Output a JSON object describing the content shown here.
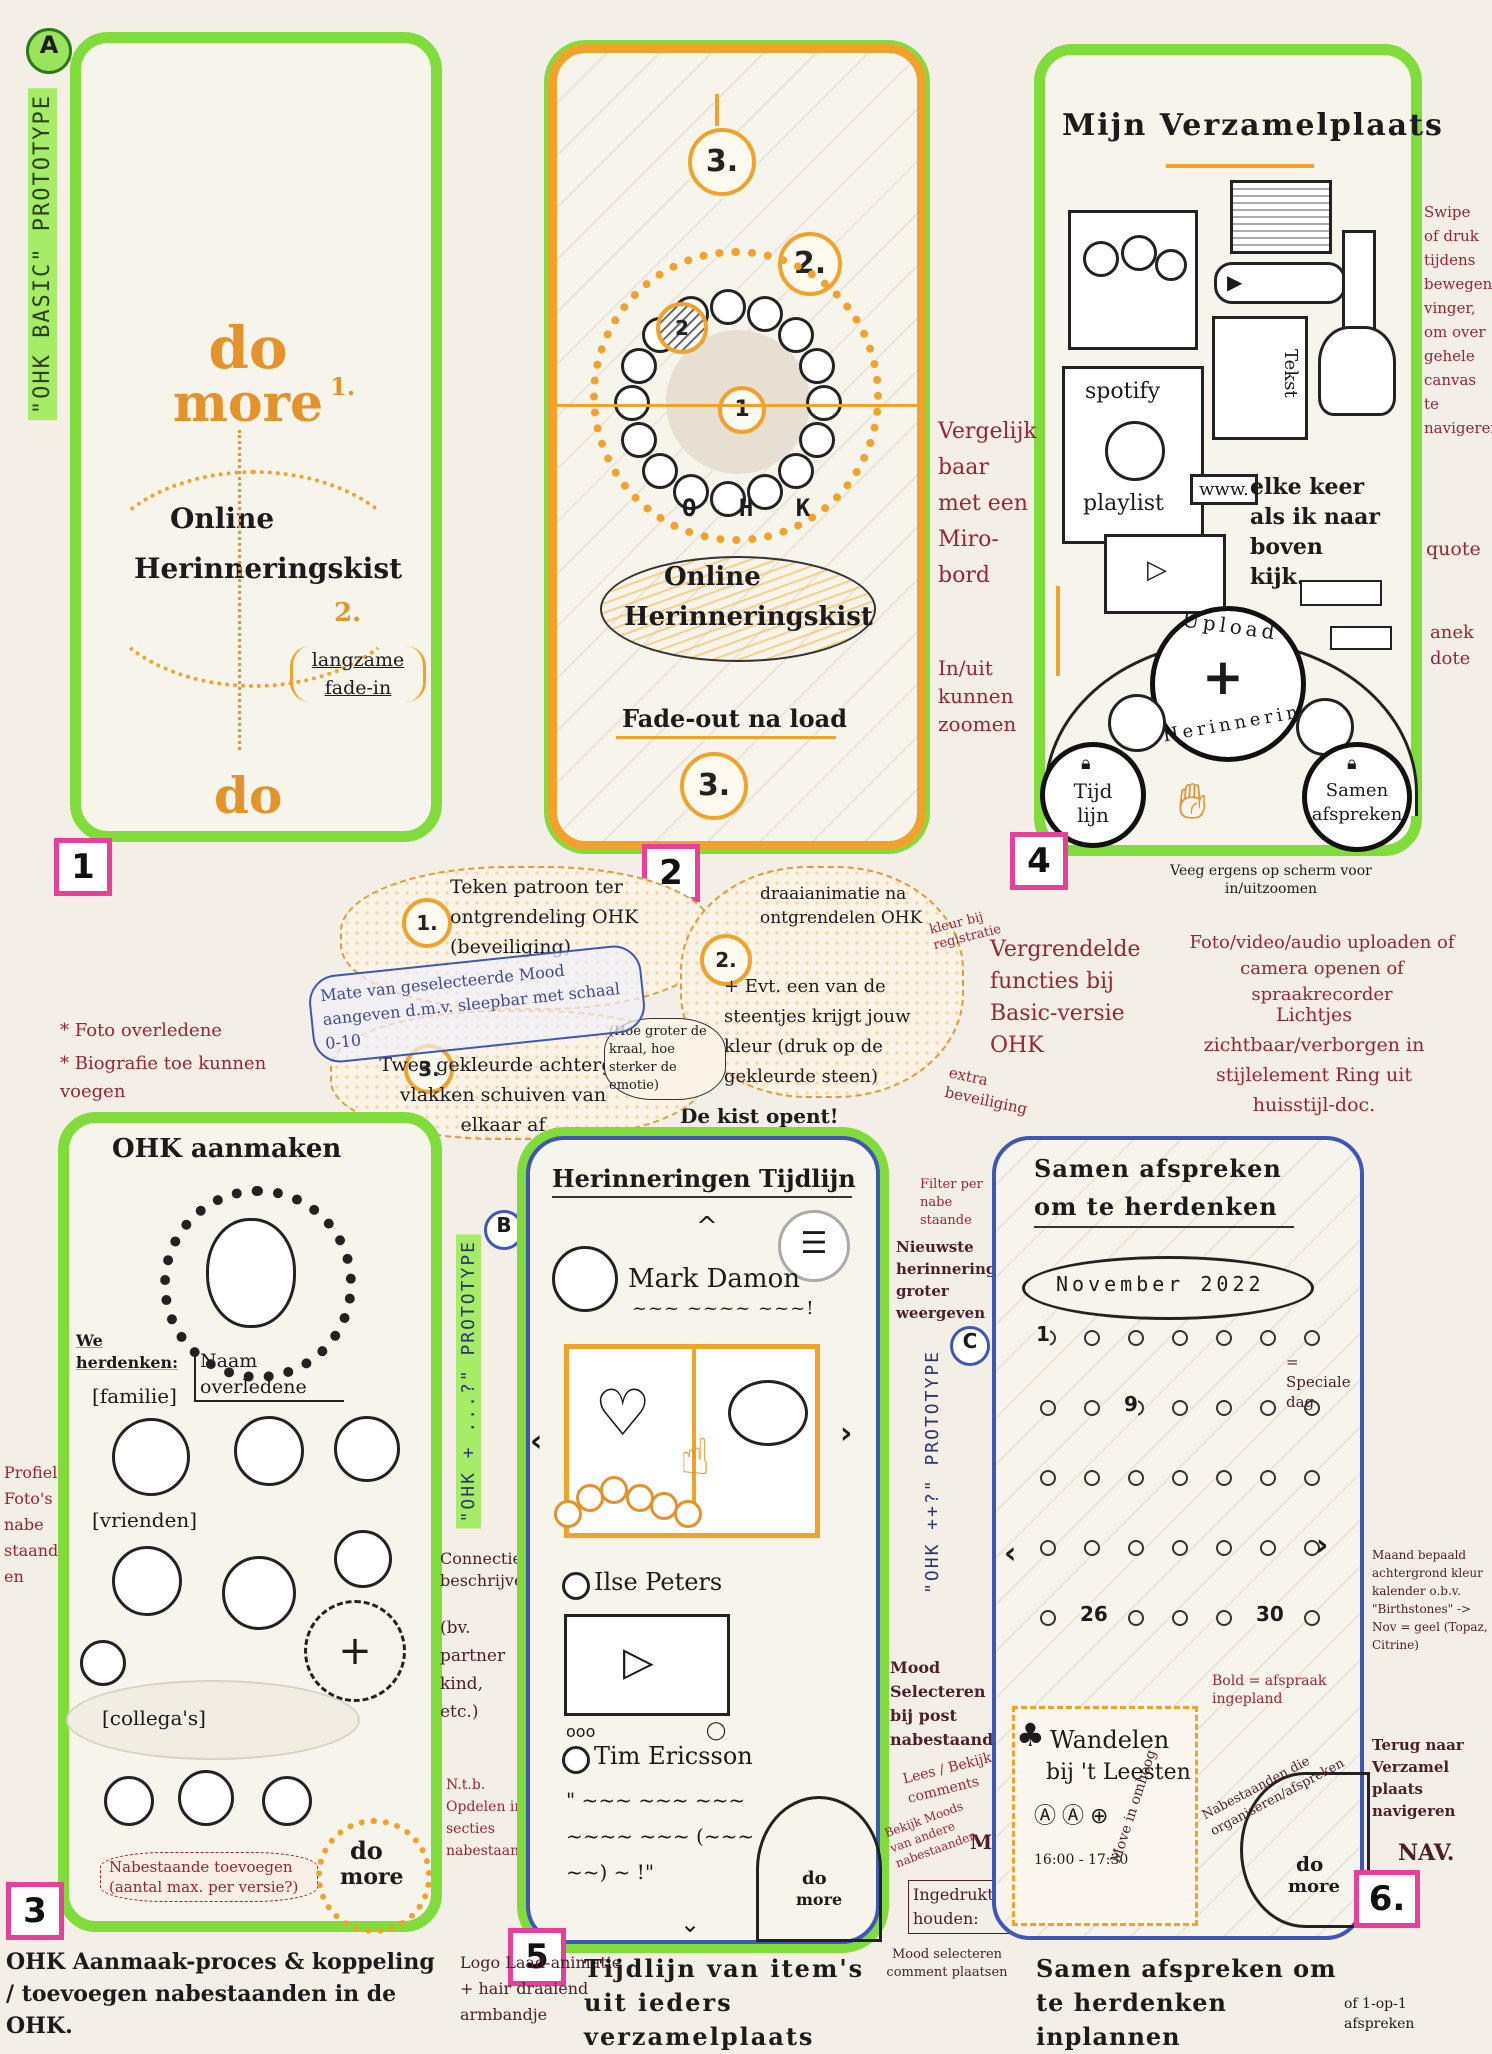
{
  "proto_a": "\"OHK BASIC\" PROTOTYPE",
  "proto_a_letter": "A",
  "proto_b": "\"OHK + ...?\" PROTOTYPE",
  "proto_b_letter": "B",
  "proto_c": "\"OHK ++?\" PROTOTYPE",
  "proto_c_letter": "C",
  "s1": {
    "num": "1",
    "logo_do": "do",
    "logo_more": "more",
    "step1": "1.",
    "title1": "Online",
    "title2": "Herinneringskist",
    "step2": "2.",
    "fade1": "langzame",
    "fade2": "fade-in",
    "logo_bottom": "do"
  },
  "s2": {
    "num": "2",
    "step3_top": "3.",
    "step2": "2.",
    "step2b": "2",
    "step1": "1",
    "ohk": "O H K",
    "title1": "Online",
    "title2": "Herinneringskist",
    "fadeout": "Fade-out na load",
    "step3_bottom": "3."
  },
  "s4": {
    "num": "4",
    "title": "Mijn Verzamelplaats",
    "spotify": "spotify",
    "playlist": "playlist",
    "tekst": "Tekst",
    "www": "www.",
    "quote_note": "elke keer als ik naar boven kijk...",
    "upload": "Upload",
    "herinnering": "Herinnering",
    "tijdlijn": "Tijd lijn",
    "samen": "Samen afspreken"
  },
  "s3": {
    "num": "3",
    "title": "OHK aanmaken",
    "we_herdenken": "We herdenken:",
    "naam": "Naam overledene",
    "familie": "[familie]",
    "vrienden": "[vrienden]",
    "collegas": "[collega's]",
    "nabestaanden": "Nabestaande toevoegen (aantal max. per versie?)",
    "logo_do": "do",
    "logo_more": "more"
  },
  "s5": {
    "num": "5",
    "title": "Herinneringen Tijdlijn",
    "user1": "Mark Damon",
    "user1_text": "~~~ ~~~~ ~~~!",
    "user2": "Ilse Peters",
    "user3": "Tim Ericsson",
    "user3_text": "\" ~~~ ~~~ ~~~ ~~~~ ~~~ (~~~ ~~) ~ !\"",
    "move": "Move",
    "logo_do": "do",
    "logo_more": "more"
  },
  "s6": {
    "num": "6.",
    "title1": "Samen afspreken",
    "title2": "om te herdenken",
    "month": "November 2022",
    "day1": "1",
    "day9": "9",
    "day26": "26",
    "day30": "30",
    "event_title": "Wandelen",
    "event_place": "bij 't Leesten",
    "event_time": "16:00 - 17:30",
    "move_up": "Move in omhoog",
    "logo_do": "do",
    "logo_more": "more"
  },
  "notes": {
    "swipe": "Swipe of druk tijdens bewegen vinger, om over gehele canvas te navigeren",
    "quote": "quote",
    "anekdote": "anek dote",
    "miro": "Vergelijk baar met een Miro-bord",
    "inuit": "In/uit kunnen zoomen",
    "veeg": "Veeg ergens op scherm voor in/uitzoomen",
    "n1": "Teken patroon ter ontgrendeling OHK (beveiliging)",
    "n1_num": "1.",
    "n2_num": "2.",
    "n2a": "draaianimatie na ontgrendelen OHK",
    "n2b": "+ Evt. een van de steentjes krijgt jouw kleur (druk op de gekleurde steen)",
    "kleur": "kleur bij registratie",
    "extra": "extra beveiliging",
    "kist": "De kist opent!",
    "n3_num": "3.",
    "n3": "Twee gekleurde achtergr. vlakken schuiven van elkaar af",
    "mate": "Mate van geselecteerde Mood aangeven d.m.v. sleepbar met schaal 0-10",
    "hoe": "(Hoe groter de kraal, hoe sterker de emotie)",
    "vergrendeld": "Vergrendelde functies bij Basic-versie OHK",
    "foto_upload": "Foto/video/audio uploaden of camera openen of spraakrecorder",
    "lichtjes": "Lichtjes zichtbaar/verborgen in stijlelement Ring uit huisstijl-doc.",
    "foto_overledene": "* Foto overledene",
    "biografie": "* Biografie toe kunnen voegen",
    "profiel": "Profiel Foto's nabe staand en",
    "connectie": "Connectie beschrijven",
    "bv": "(bv. partner kind, etc.)",
    "ntb": "N.t.b. Opdelen in secties nabestaande",
    "filter": "Filter per nabe staande",
    "nieuwste": "Nieuwste herinnering groter weergeven",
    "mood": "Mood Selecteren bij post nabestaande",
    "lees": "Lees / Bekijk comments",
    "bekijk": "Bekijk Moods van andere nabestaanden",
    "ingedrukt": "Ingedrukt houden:",
    "mood_sel": "Mood selecteren comment plaatsen",
    "speciale": "= Speciale dag",
    "maand": "Maand bepaald achtergrond kleur kalender o.b.v. \"Birthstones\" -> Nov = geel (Topaz, Citrine)",
    "bold": "Bold = afspraak ingepland",
    "nabest_org": "Nabestaanden die organiseren/afspreken",
    "terug": "Terug naar Verzamel plaats navigeren",
    "nav": "NAV.",
    "cap3": "OHK Aanmaak-proces & koppeling / toevoegen nabestaanden in de OHK.",
    "cap_logo": "Logo Laad-animatie + hair draaiend armbandje",
    "cap5": "Tijdlijn van item's uit ieders verzamelplaats",
    "cap6": "Samen afspreken om te herdenken inplannen",
    "cap6b": "of 1-op-1 afspreken"
  }
}
